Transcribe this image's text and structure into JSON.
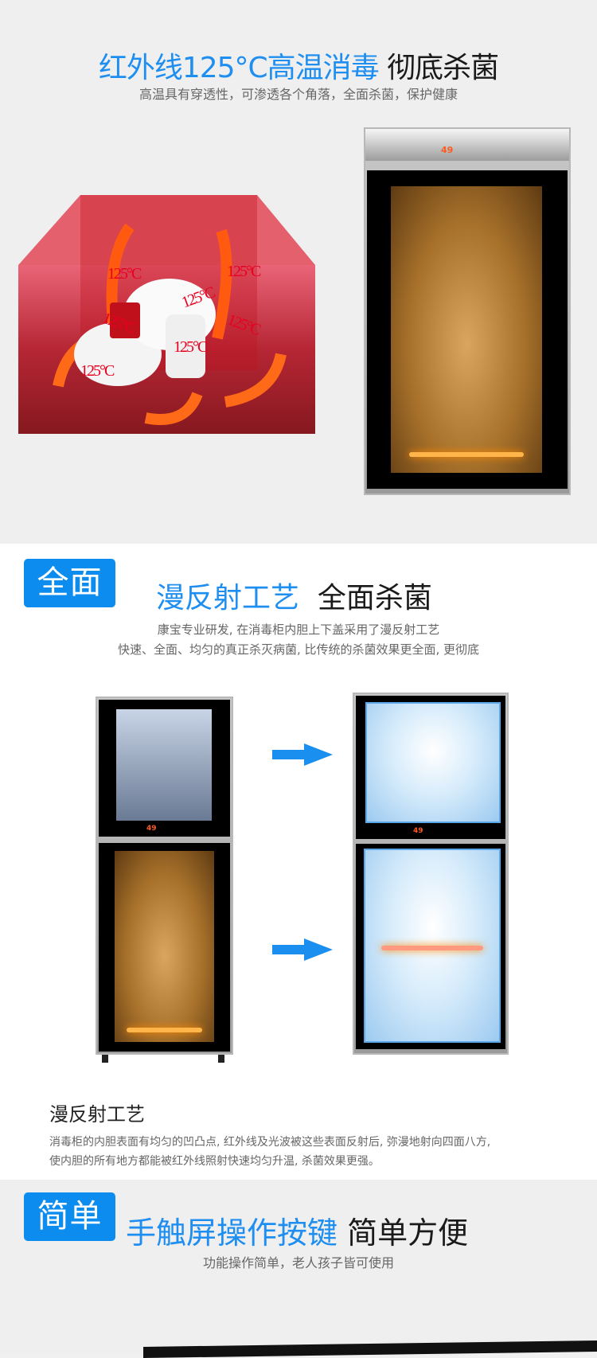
{
  "section1": {
    "headline_blue": "红外线125°C高温消毒",
    "headline_dark": "彻底杀菌",
    "subtitle": "高温具有穿透性，可渗透各个角落，全面杀菌，保护健康",
    "temperature_labels": [
      "125°C",
      "125°C",
      "125°C",
      "125°C",
      "125°C",
      "125°C",
      "125°C"
    ],
    "display_readout": "49"
  },
  "section2": {
    "badge": "全面",
    "title_blue": "漫反射工艺",
    "title_dark": "全面杀菌",
    "desc_lines": [
      "康宝专业研发, 在消毒柜内胆上下盖采用了漫反射工艺",
      "快速、全面、均匀的真正杀灭病菌, 比传统的杀菌效果更全面, 更彻底"
    ],
    "feature_heading": "漫反射工艺",
    "feature_lines": [
      "消毒柜的内胆表面有均匀的凹凸点, 红外线及光波被这些表面反射后, 弥漫地射向四面八方,",
      "使内胆的所有地方都能被红外线照射快速均匀升温, 杀菌效果更强。"
    ]
  },
  "section3": {
    "badge": "简单",
    "title_blue": "手触屏操作按键",
    "title_dark": "简单方便",
    "subtitle": "功能操作简单，老人孩子皆可使用"
  },
  "colors": {
    "accent": "#1e8ef0",
    "badge": "#0d8cf0",
    "heat": "#e8001e"
  }
}
